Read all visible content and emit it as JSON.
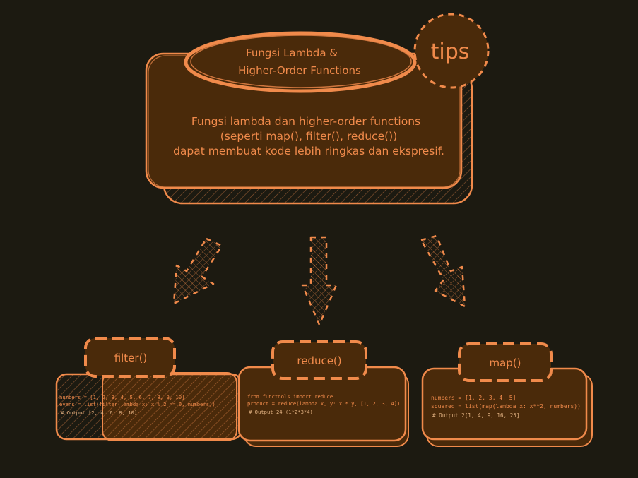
{
  "colors": {
    "background": "#1c1a11",
    "accent": "#f08a4b",
    "box_fill": "#4a2a0a",
    "text_light": "#f0a070"
  },
  "header": {
    "title_line1": "Fungsi Lambda &",
    "title_line2": "Higher-Order Functions",
    "tips_label": "tips"
  },
  "main": {
    "desc_line1": "Fungsi lambda dan higher-order functions",
    "desc_line2": "(seperti map(), filter(), reduce())",
    "desc_line3": "dapat membuat kode lebih ringkas dan ekspresif."
  },
  "cards": {
    "filter": {
      "label": "filter()",
      "code_line1": "numbers = [1, 2, 3, 4, 5, 6, 7, 8, 9, 10]",
      "code_line2": "evens = list(filter(lambda x: x % 2 == 0, numbers))",
      "code_line3": "# Output [2, 4, 6, 8, 10]"
    },
    "reduce": {
      "label": "reduce()",
      "code_line1": "from functools import reduce",
      "code_line2": "product = reduce(lambda x, y: x * y, [1, 2, 3, 4])",
      "code_line3": "# Output 24 (1*2*3*4)"
    },
    "map": {
      "label": "map()",
      "code_line1": "numbers = [1, 2, 3, 4, 5]",
      "code_line2": "squared = list(map(lambda x: x**2, numbers))",
      "code_line3": "# Output 2[1, 4, 9, 16, 25]"
    }
  },
  "icons": [
    "arrow-down-left-icon",
    "arrow-down-icon",
    "arrow-down-right-icon"
  ]
}
